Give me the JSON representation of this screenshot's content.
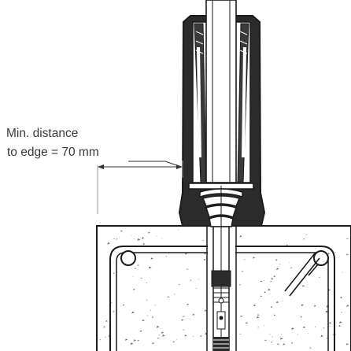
{
  "annotation": {
    "line1": "Min. distance",
    "line2": "to edge = 70 mm"
  },
  "colors": {
    "line": "#1a1a1a",
    "dark_fill": "#2b2b2b",
    "light_fill": "#ffffff",
    "concrete_speckle": "#7a7a7a",
    "text": "#3a3a3a"
  },
  "icons": [
    "concrete-slab",
    "rebar-bar",
    "anchor-bolt",
    "base-shoe",
    "glass-channel"
  ]
}
